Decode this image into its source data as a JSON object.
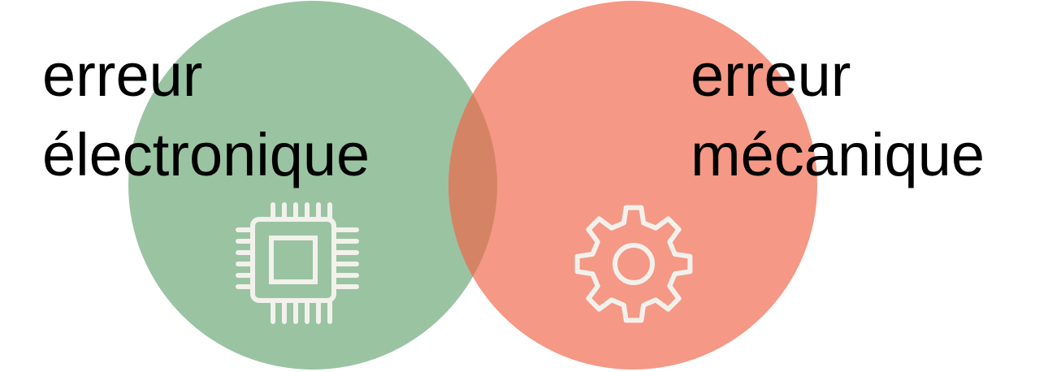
{
  "diagram": {
    "type": "venn",
    "sets": [
      {
        "label_lines": [
          "erreur",
          "électronique"
        ],
        "color": "#8fbc98",
        "icon": "cpu-chip-icon"
      },
      {
        "label_lines": [
          "erreur",
          "mécanique"
        ],
        "color": "#f48d78",
        "icon": "gear-icon"
      }
    ],
    "overlap_color": "#d48465",
    "icon_stroke_color": "#f3f1ec"
  }
}
